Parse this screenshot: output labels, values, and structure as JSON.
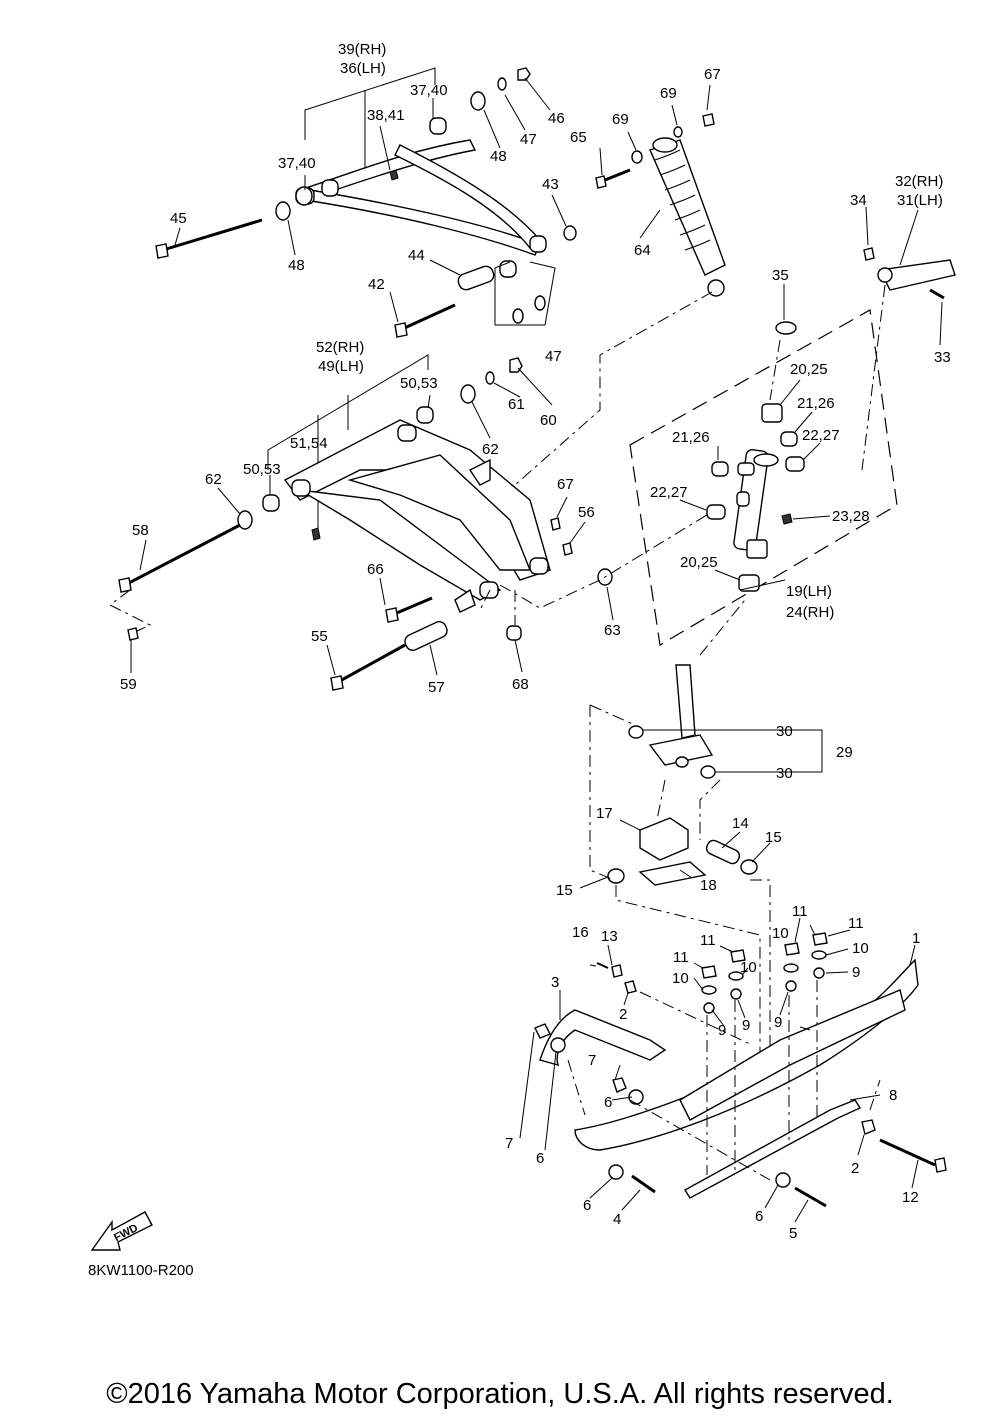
{
  "diagram_code": "8KW1100-R200",
  "fwd_label": "FWD",
  "copyright": "©2016 Yamaha Motor Corporation, U.S.A. All rights reserved.",
  "callouts": {
    "c39rh": "39(RH)",
    "c36lh": "36(LH)",
    "c3740a": "37,40",
    "c3841": "38,41",
    "c3740b": "37,40",
    "c46": "46",
    "c47a": "47",
    "c48a": "48",
    "c65": "65",
    "c69a": "69",
    "c69b": "69",
    "c67a": "67",
    "c45": "45",
    "c48b": "48",
    "c43": "43",
    "c44": "44",
    "c42": "42",
    "c47b": "47",
    "c64": "64",
    "c34": "34",
    "c32rh": "32(RH)",
    "c31lh": "31(LH)",
    "c33": "33",
    "c35": "35",
    "c52rh": "52(RH)",
    "c49lh": "49(LH)",
    "c5053a": "50,53",
    "c60": "60",
    "c61": "61",
    "c62a": "62",
    "c5154": "51,54",
    "c5053b": "50,53",
    "c62b": "62",
    "c58": "58",
    "c59": "59",
    "c66": "66",
    "c55": "55",
    "c57": "57",
    "c68": "68",
    "c67b": "67",
    "c56": "56",
    "c63": "63",
    "c2025a": "20,25",
    "c2126a": "21,26",
    "c2126b": "21,26",
    "c2227a": "22,27",
    "c2227b": "22,27",
    "c2328": "23,28",
    "c2025b": "20,25",
    "c19lh": "19(LH)",
    "c24rh": "24(RH)",
    "c30a": "30",
    "c29": "29",
    "c30b": "30",
    "c17": "17",
    "c14": "14",
    "c15a": "15",
    "c15b": "15",
    "c18": "18",
    "c11a": "11",
    "c11b": "11",
    "c11c": "11",
    "c11d": "11",
    "c10a": "10",
    "c10b": "10",
    "c10c": "10",
    "c10d": "10",
    "c9a": "9",
    "c9b": "9",
    "c9c": "9",
    "c9d": "9",
    "c1": "1",
    "c16": "16",
    "c13": "13",
    "c3": "3",
    "c2a": "2",
    "c2b": "2",
    "c7a": "7",
    "c7b": "7",
    "c6a": "6",
    "c6b": "6",
    "c6c": "6",
    "c6d": "6",
    "c4": "4",
    "c5": "5",
    "c8": "8",
    "c12": "12"
  }
}
